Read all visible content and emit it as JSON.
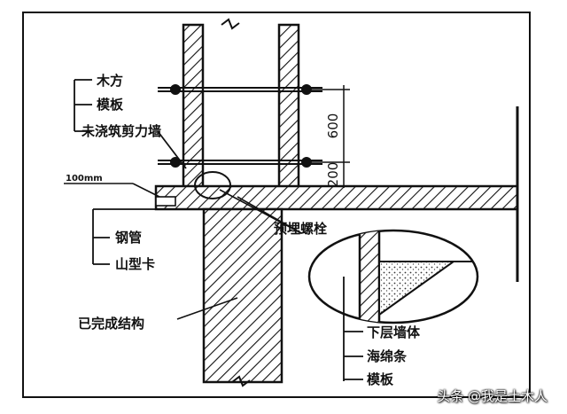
{
  "labels": {
    "wood_beam": "木方",
    "formwork": "模板",
    "shear_wall_pour": "未浇筑剪力墙",
    "offset_100": "100mm",
    "steel_pipe": "钢管",
    "mountain_clip": "山型卡",
    "existing_structure": "已完成结构",
    "embedded_bolt": "预埋螺栓",
    "lower_wall": "下层墙体",
    "sealing_strip": "海绵条",
    "formwork_lower": "模板"
  },
  "dimensions": {
    "upper": "600",
    "lower": "200"
  },
  "watermark": "头条 @我是土木人"
}
